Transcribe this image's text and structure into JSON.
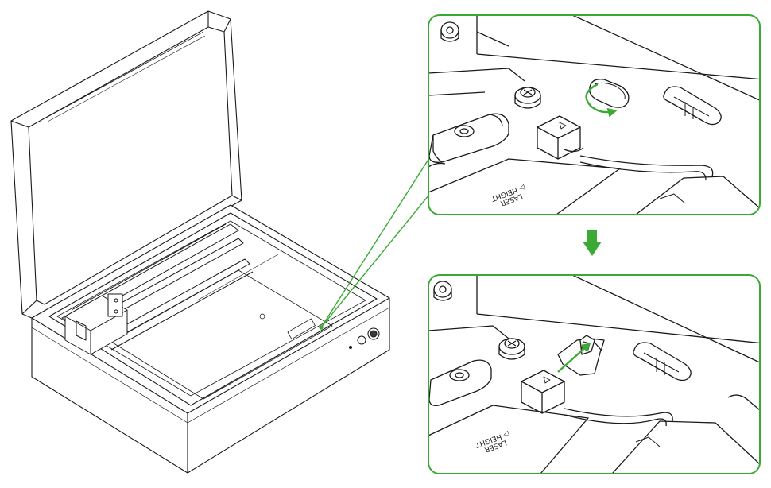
{
  "diagram": {
    "steps": [
      {
        "id": "step-1",
        "description_visible": false
      },
      {
        "id": "step-2",
        "description_visible": false
      }
    ],
    "labels": {
      "bed_text": "LASER\nHEIGHT",
      "bed_text_line1": "▷ HEIGHT",
      "bed_text_line2": "LASER"
    },
    "colors": {
      "accent": "#3aaa35",
      "line": "#1a1a1a",
      "shade": "#cfcfcf",
      "bg": "#ffffff"
    },
    "icons": [
      "down-arrow-icon",
      "rotate-arrow-icon",
      "insert-arrow-icon"
    ]
  }
}
